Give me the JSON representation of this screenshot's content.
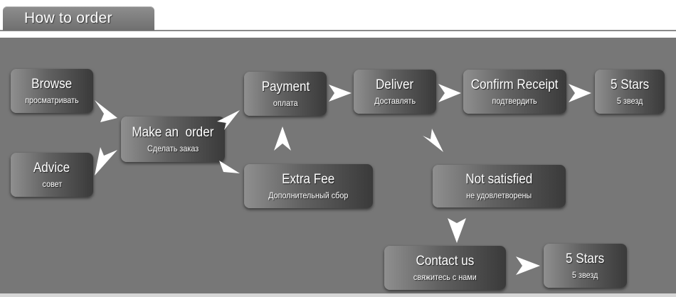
{
  "header": {
    "title": "How to order"
  },
  "nodes": {
    "browse": {
      "title": "Browse",
      "subtitle": "просматривать"
    },
    "advice": {
      "title": "Advice",
      "subtitle": "совет"
    },
    "make_order": {
      "title": "Make an  order",
      "subtitle": "Сделать заказ"
    },
    "payment": {
      "title": "Payment",
      "subtitle": "оплата"
    },
    "extra_fee": {
      "title": "Extra Fee",
      "subtitle": "Дополнительный сбор"
    },
    "deliver": {
      "title": "Deliver",
      "subtitle": "Доставлять"
    },
    "confirm": {
      "title": "Confirm Receipt",
      "subtitle": "подтвердить"
    },
    "stars_top": {
      "title": "5 Stars",
      "subtitle": "5 звезд"
    },
    "not_satisfied": {
      "title": "Not satisfied",
      "subtitle": "не удовлетворены"
    },
    "contact": {
      "title": "Contact us",
      "subtitle": "свяжитесь с нами"
    },
    "stars_bottom": {
      "title": "5 Stars",
      "subtitle": "5 звезд"
    }
  },
  "colors": {
    "panel": "#777777",
    "arrow": "#ffffff",
    "text": "#ffffff"
  }
}
